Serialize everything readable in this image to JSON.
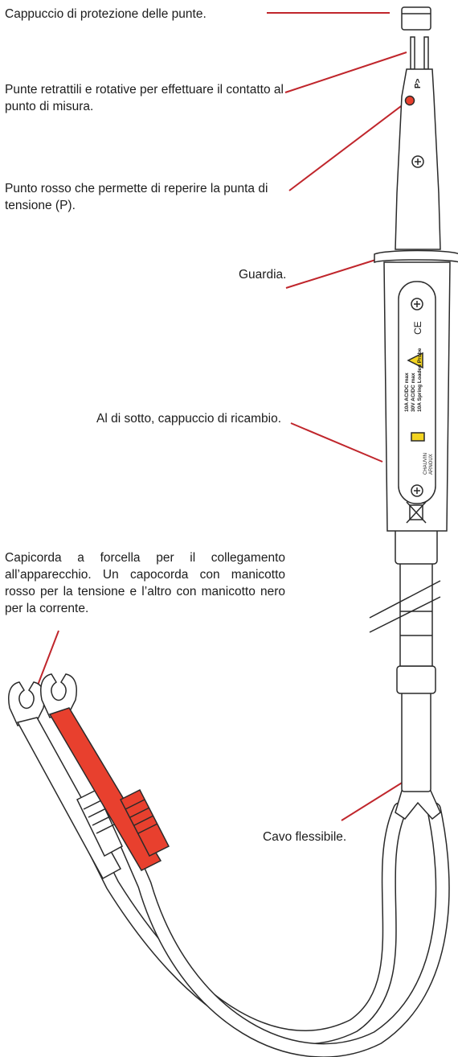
{
  "labels": {
    "tip_cap": "Cappuccio di protezione delle punte.",
    "tips": "Punte retrattili e rotative per effettuare il contatto al punto di misura.",
    "red_dot": "Punto rosso che permette di reperire la punta di tensione (P).",
    "guard": "Guardia.",
    "spare_cap": "Al di sotto, cappuccio di ricambio.",
    "fork_terminals": "Capicorda a forcella per il collegamento all’apparecchio. Un capocorda con manicotto rosso per la tensione e l’altro con manicotto nero per la corrente.",
    "cable": "Cavo flessibile."
  },
  "probe_markings": {
    "tip_mark": "P>",
    "ce_mark": "CE",
    "rating_line1": "10A AC/DC max",
    "rating_line2": "30V AC/DC max",
    "rating_line3": "10A Spring Loaded Probe",
    "brand_line1": "CHAUVIN",
    "brand_line2": "ARNOUX"
  },
  "colors": {
    "leader": "#c0262c",
    "red_sleeve": "#e8402e",
    "outline": "#2a2a2a",
    "body": "#ffffff"
  }
}
